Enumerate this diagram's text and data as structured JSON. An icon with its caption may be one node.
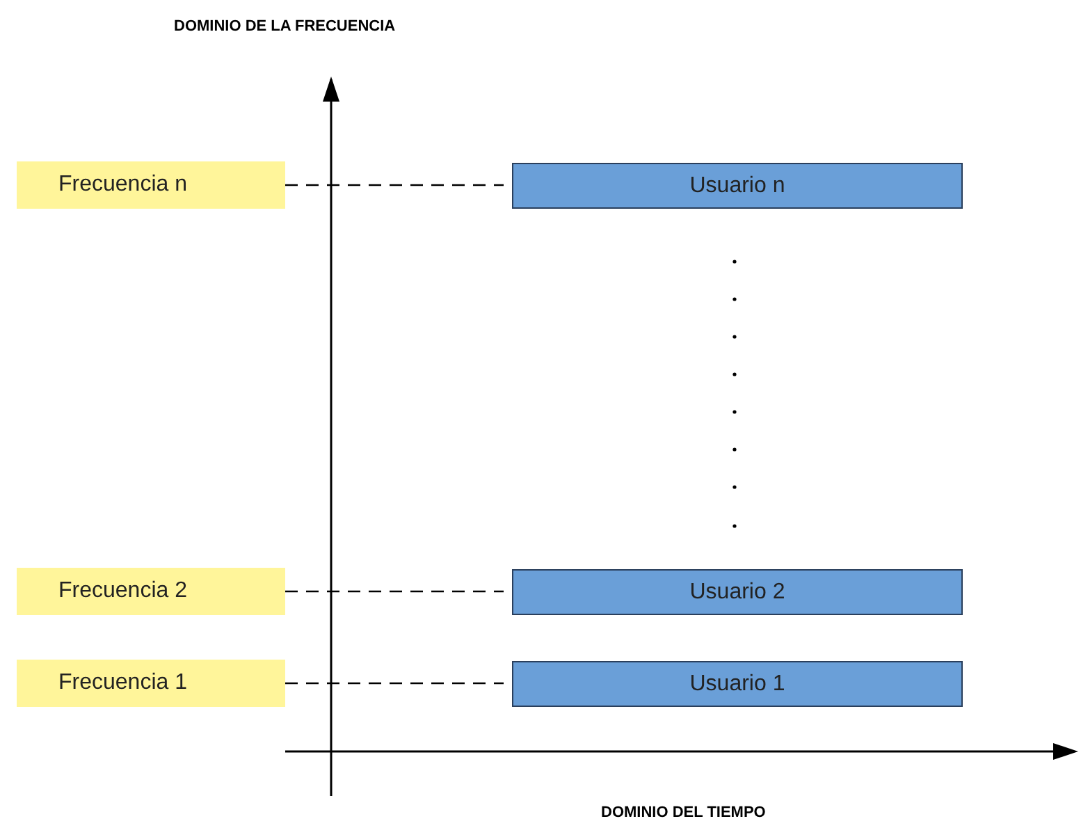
{
  "diagram": {
    "title": "DOMINIO DE LA FRECUENCIA",
    "nodes": [
      {
        "text": [
          "Frecuencia n"
        ]
      },
      {
        "text": [
          "Usuario n"
        ]
      },
      {
        "text": [
          "Frecuencia 2"
        ]
      },
      {
        "text": [
          "Usuario 2"
        ]
      },
      {
        "text": [
          "Frecuencia 1"
        ]
      },
      {
        "text": [
          "Usuario 1"
        ]
      }
    ],
    "edges": [
      {
        "from": 0,
        "to": 1,
        "arrow": "none",
        "style": "dashed"
      },
      {
        "from": 2,
        "to": 3,
        "arrow": "none",
        "style": "dashed"
      },
      {
        "from": 4,
        "to": 5,
        "arrow": "none",
        "style": "dashed"
      }
    ],
    "labels": [
      "DOMINIO DEL TIEMPO"
    ]
  }
}
